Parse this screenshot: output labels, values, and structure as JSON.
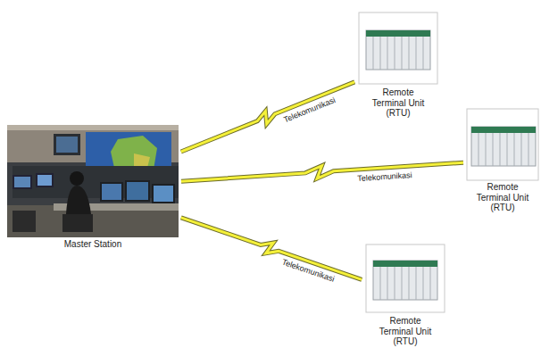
{
  "diagram": {
    "nodes": [
      {
        "text": [
          "Master Station"
        ]
      },
      {
        "text": [
          "Remote Terminal Unit (RTU)"
        ]
      },
      {
        "text": [
          "Remote Terminal Unit (RTU)"
        ]
      },
      {
        "text": [
          "Remote Terminal Unit (RTU)"
        ]
      }
    ],
    "edges": [
      {
        "from": 0,
        "to": 1,
        "arrow": "none",
        "label": "Telekomunikasi"
      },
      {
        "from": 0,
        "to": 2,
        "arrow": "none",
        "label": "Telekomunikasi"
      },
      {
        "from": 0,
        "to": 3,
        "arrow": "none",
        "label": "Telekomunikasi"
      }
    ]
  }
}
